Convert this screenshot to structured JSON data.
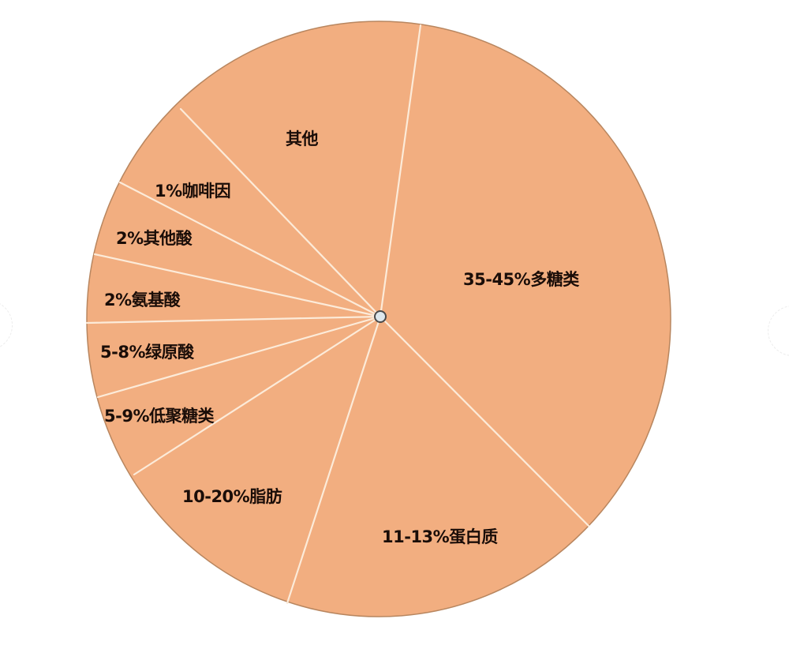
{
  "chart_data": {
    "type": "pie",
    "title": "",
    "fill_color": "#F2AE80",
    "border_color": "#B8865F",
    "divider_color": "#FCEBD9",
    "center_marker_color": "#D9E4EA",
    "slices": [
      {
        "name": "其他",
        "label": "其他",
        "value_range": "",
        "approx_value": 12
      },
      {
        "name": "多糖类",
        "label": "35-45%多糖类",
        "value_range": "35-45%",
        "approx_value": 40
      },
      {
        "name": "蛋白质",
        "label": "11-13%蛋白质",
        "value_range": "11-13%",
        "approx_value": 12
      },
      {
        "name": "脂肪",
        "label": "10-20%脂肪",
        "value_range": "10-20%",
        "approx_value": 15
      },
      {
        "name": "低聚糖类",
        "label": "5-9%低聚糖类",
        "value_range": "5-9%",
        "approx_value": 7
      },
      {
        "name": "绿原酸",
        "label": "5-8%绿原酸",
        "value_range": "5-8%",
        "approx_value": 6.5
      },
      {
        "name": "氨基酸",
        "label": "2%氨基酸",
        "value_range": "2%",
        "approx_value": 2
      },
      {
        "name": "其他酸",
        "label": "2%其他酸",
        "value_range": "2%",
        "approx_value": 2
      },
      {
        "name": "咖啡因",
        "label": "1%咖啡因",
        "value_range": "1%",
        "approx_value": 1
      }
    ],
    "legend": "none (labels inside slices)",
    "grid": false
  },
  "labels": {
    "other": "其他",
    "caffeine": "1%咖啡因",
    "other_acids": "2%其他酸",
    "amino_acids": "2%氨基酸",
    "chlorogenic_acid": "5-8%绿原酸",
    "oligosaccharides": "5-9%低聚糖类",
    "fat": "10-20%脂肪",
    "protein": "11-13%蛋白质",
    "polysaccharides": "35-45%多糖类"
  },
  "nav": {
    "prev_icon": "chevron-left-icon",
    "next_icon": "chevron-right-icon"
  }
}
